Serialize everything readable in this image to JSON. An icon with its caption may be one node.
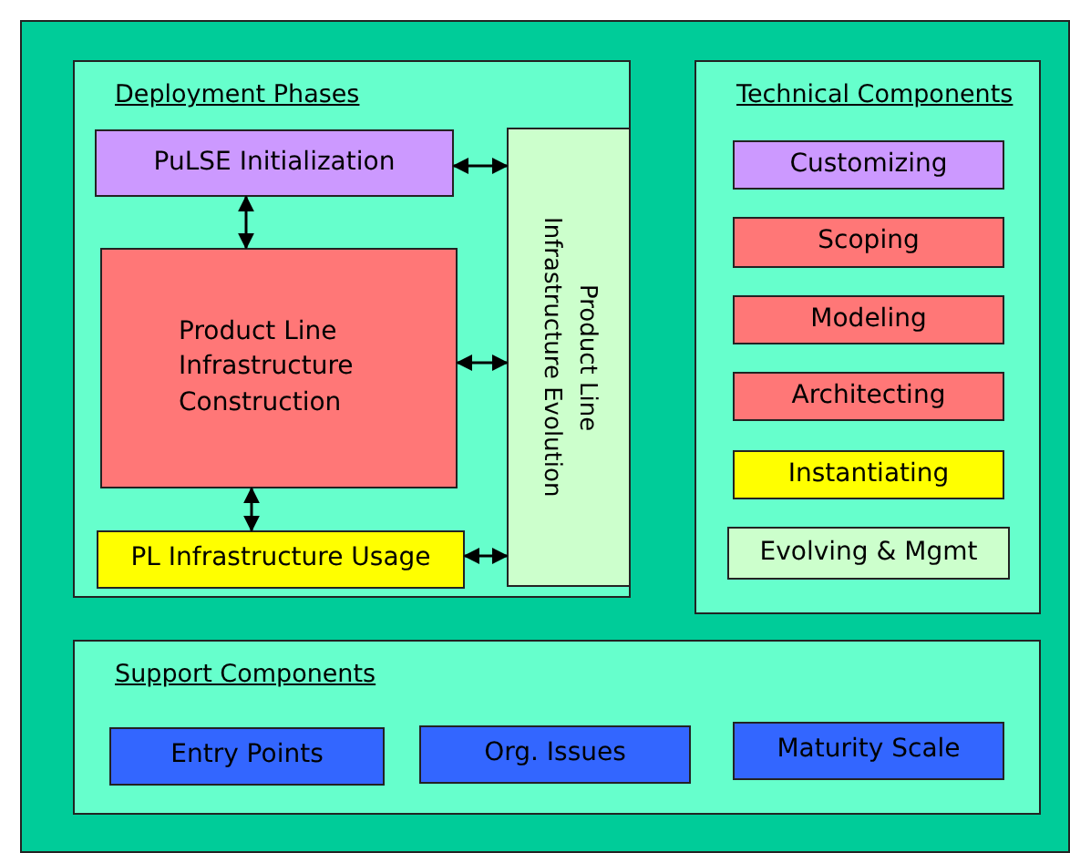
{
  "diagram": {
    "nodes": [
      {
        "text": [],
        "shape": "box"
      },
      {
        "text": [
          "Deployment Phases"
        ],
        "in": 0
      },
      {
        "text": [
          "PuLSE Initialization"
        ],
        "in": 1
      },
      {
        "text": [
          "Product Line Infrastructure Construction"
        ],
        "in": 1
      },
      {
        "text": [
          "PL Infrastructure Usage"
        ],
        "in": 1
      },
      {
        "text": [
          "Product Line Infrastructure Evolution"
        ],
        "in": 1
      },
      {
        "text": [
          "Technical Components"
        ],
        "in": 0
      },
      {
        "text": [
          "Customizing"
        ],
        "in": 6
      },
      {
        "text": [
          "Scoping"
        ],
        "in": 6
      },
      {
        "text": [
          "Modeling"
        ],
        "in": 6
      },
      {
        "text": [
          "Architecting"
        ],
        "in": 6
      },
      {
        "text": [
          "Instantiating"
        ],
        "in": 6
      },
      {
        "text": [
          "Evolving & Mgmt"
        ],
        "in": 6
      },
      {
        "text": [
          "Support Components"
        ],
        "in": 0
      },
      {
        "text": [
          "Entry Points"
        ],
        "in": 13
      },
      {
        "text": [
          "Org. Issues"
        ],
        "in": 13
      },
      {
        "text": [
          "Maturity Scale"
        ],
        "in": 13
      }
    ],
    "edges": [
      {
        "from": 2,
        "to": 5,
        "arrow": "both"
      },
      {
        "from": 2,
        "to": 3,
        "arrow": "both"
      },
      {
        "from": 3,
        "to": 5,
        "arrow": "both"
      },
      {
        "from": 3,
        "to": 4,
        "arrow": "both"
      },
      {
        "from": 4,
        "to": 5,
        "arrow": "both"
      }
    ]
  }
}
